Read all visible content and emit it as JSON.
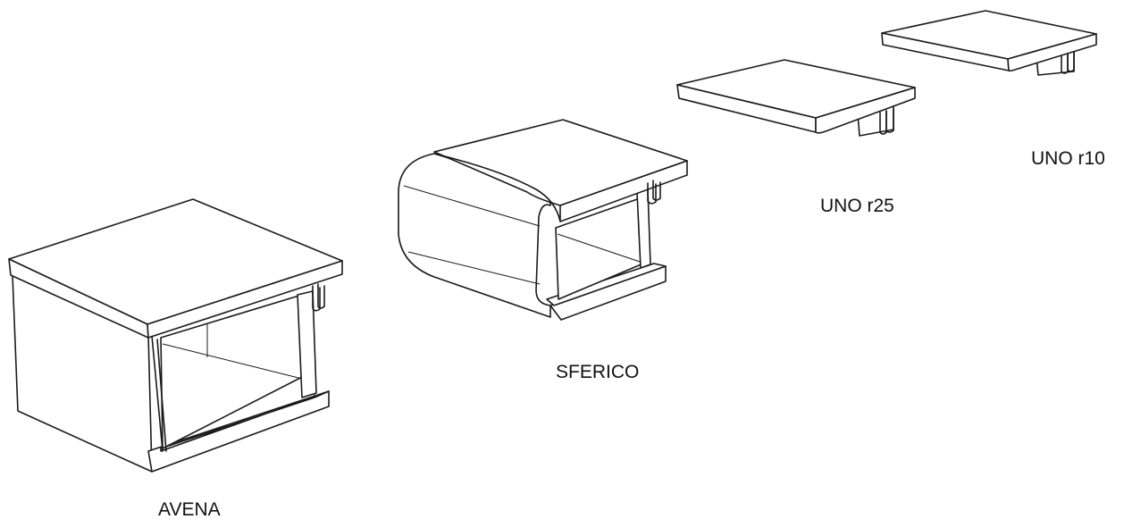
{
  "products": [
    {
      "id": "avena",
      "label": "AVENA"
    },
    {
      "id": "sferico",
      "label": "SFERICO"
    },
    {
      "id": "uno-r25",
      "label": "UNO r25"
    },
    {
      "id": "uno-r10",
      "label": "UNO r10"
    }
  ],
  "colors": {
    "line": "#1a1a1a",
    "background": "#ffffff",
    "text": "#111111"
  }
}
